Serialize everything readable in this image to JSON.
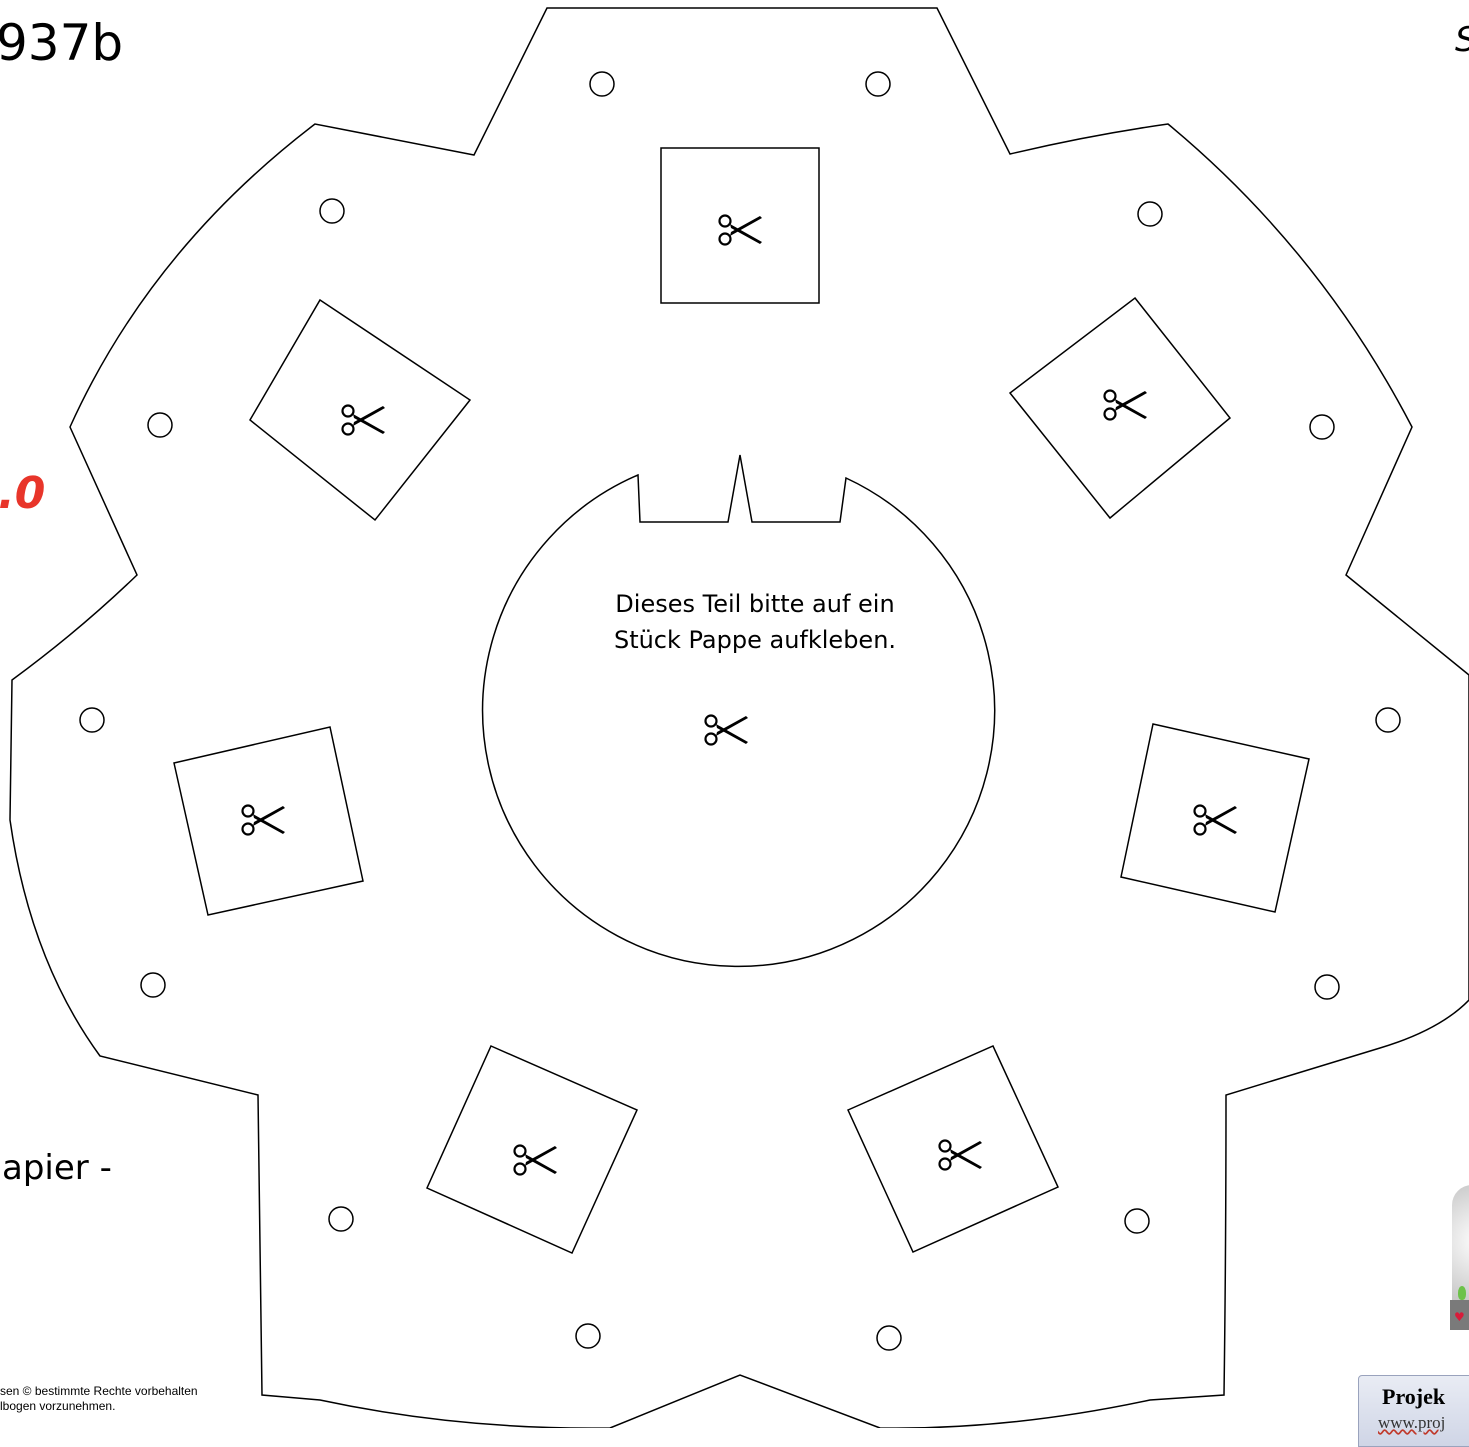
{
  "header": {
    "page_code": "937b",
    "page_code_right": "S",
    "version": ".0"
  },
  "notes": {
    "paper": "apier -",
    "center_line1": "Dieses Teil bitte auf ein",
    "center_line2": "Stück Pappe aufkleben."
  },
  "footer": {
    "line1": "sen    © bestimmte Rechte vorbehalten",
    "line2": "lbogen vorzunehmen.",
    "line3": ""
  },
  "brand": {
    "title": "Projek",
    "url": "www.proj"
  },
  "diagram": {
    "windows": 7,
    "punch_holes": 14,
    "scissors_marks": 8,
    "colors": {
      "line": "#000000",
      "accent": "#e8352a"
    }
  }
}
